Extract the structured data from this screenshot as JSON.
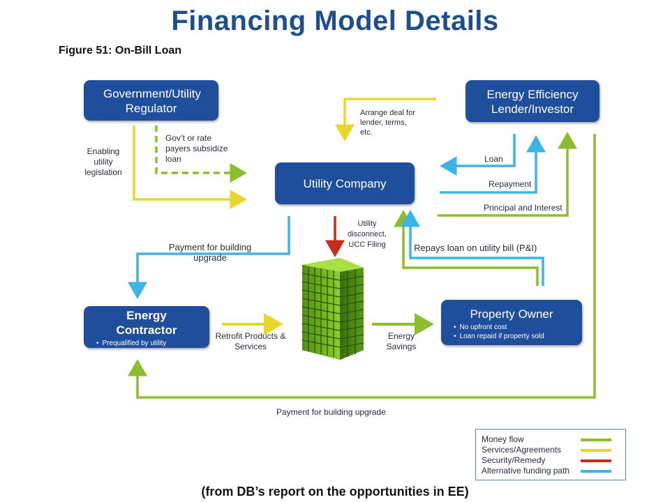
{
  "slide": {
    "title": "Financing Model Details",
    "figure_caption": "Figure 51: On-Bill Loan",
    "footer": "(from DB’s report on the opportunities in EE)"
  },
  "colors": {
    "box": "#1f4f9c",
    "money_flow": "#8bbd2e",
    "services_agreements": "#e8d62a",
    "security_remedy": "#c62b1e",
    "alternative_funding": "#3cb4e6"
  },
  "boxes": {
    "government": {
      "title": "Government/Utility Regulator"
    },
    "lender": {
      "title": "Energy Efficiency Lender/Investor"
    },
    "utility": {
      "title": "Utility Company"
    },
    "contractor": {
      "title": "Energy Contractor",
      "bullets": [
        "Prequalified by utility"
      ]
    },
    "owner": {
      "title": "Property Owner",
      "bullets": [
        "No upfront cost",
        "Loan repaid if property sold"
      ]
    }
  },
  "labels": {
    "enabling": "Enabling utility legislation",
    "govt_subsidize": "Gov’t or rate payers subsidize loan",
    "arrange_deal": "Arrange deal for lender, terms, etc.",
    "loan": "Loan",
    "repayment": "Repayment",
    "principal_interest": "Principal and Interest",
    "disconnect": "Utility disconnect, UCC Filing",
    "repays_loan": "Repays loan on utility bill (P&I)",
    "payment_upgrade_top": "Payment for building upgrade",
    "retrofit": "Retrofit Products & Services",
    "energy_savings": "Energy Savings",
    "payment_upgrade_bottom": "Payment for building upgrade"
  },
  "legend": {
    "items": [
      {
        "label": "Money flow",
        "color": "#8bbd2e"
      },
      {
        "label": "Services/Agreements",
        "color": "#e8d62a"
      },
      {
        "label": "Security/Remedy",
        "color": "#c62b1e"
      },
      {
        "label": "Alternative funding path",
        "color": "#3cb4e6"
      }
    ]
  }
}
